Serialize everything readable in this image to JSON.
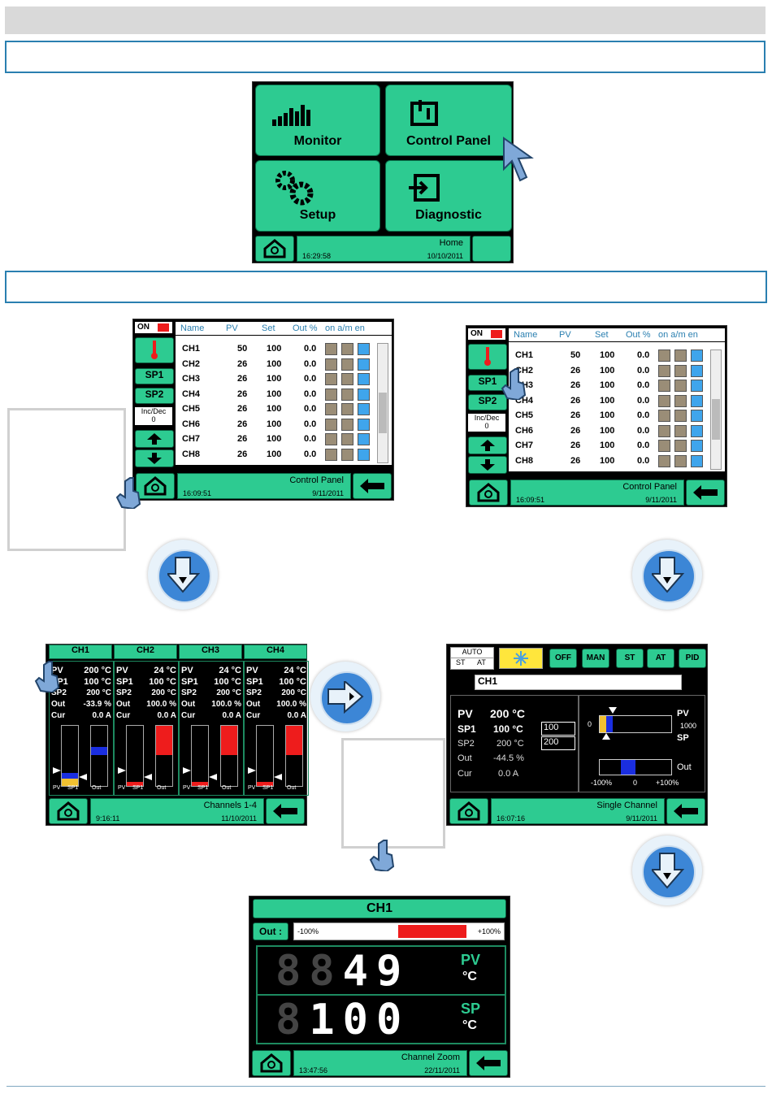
{
  "home_screen": {
    "buttons": [
      {
        "label": "Monitor",
        "icon": "bar-chart-icon"
      },
      {
        "label": "Control Panel",
        "icon": "control-panel-icon"
      },
      {
        "label": "Setup",
        "icon": "gears-icon"
      },
      {
        "label": "Diagnostic",
        "icon": "diagnostic-icon"
      }
    ],
    "footer": {
      "name": "Home",
      "time": "16:29:58",
      "date": "10/10/2011"
    }
  },
  "control_panel_table": {
    "on_label": "ON",
    "headers": [
      "Name",
      "PV",
      "Set",
      "Out %",
      "on a/m en"
    ],
    "rows": [
      {
        "name": "CH1",
        "pv": "50",
        "set": "100",
        "out": "0.0"
      },
      {
        "name": "CH2",
        "pv": "26",
        "set": "100",
        "out": "0.0"
      },
      {
        "name": "CH3",
        "pv": "26",
        "set": "100",
        "out": "0.0"
      },
      {
        "name": "CH4",
        "pv": "26",
        "set": "100",
        "out": "0.0"
      },
      {
        "name": "CH5",
        "pv": "26",
        "set": "100",
        "out": "0.0"
      },
      {
        "name": "CH6",
        "pv": "26",
        "set": "100",
        "out": "0.0"
      },
      {
        "name": "CH7",
        "pv": "26",
        "set": "100",
        "out": "0.0"
      },
      {
        "name": "CH8",
        "pv": "26",
        "set": "100",
        "out": "0.0"
      }
    ],
    "side": {
      "sp1": "SP1",
      "sp2": "SP2",
      "incdec": "Inc/Dec",
      "incdec_val": "0"
    },
    "footer": {
      "name": "Control Panel",
      "time": "16:09:51",
      "date": "9/11/2011"
    }
  },
  "channels_view": {
    "channels": [
      {
        "name": "CH1",
        "pv": "200 °C",
        "sp1": "100 °C",
        "sp2": "200 °C",
        "out": "-33.9 %",
        "cur": "0.0  A"
      },
      {
        "name": "CH2",
        "pv": "24 °C",
        "sp1": "100 °C",
        "sp2": "200 °C",
        "out": "100.0 %",
        "cur": "0.0  A"
      },
      {
        "name": "CH3",
        "pv": "24 °C",
        "sp1": "100 °C",
        "sp2": "200 °C",
        "out": "100.0 %",
        "cur": "0.0  A"
      },
      {
        "name": "CH4",
        "pv": "24 °C",
        "sp1": "100 °C",
        "sp2": "200 °C",
        "out": "100.0 %",
        "cur": "0.0  A"
      }
    ],
    "labels": {
      "pv": "PV",
      "sp1": "SP1",
      "sp2": "SP2",
      "out": "Out",
      "cur": "Cur"
    },
    "bar_labels": {
      "pv": "PV",
      "sp1": "SP1",
      "out": "Out"
    },
    "footer": {
      "name": "Channels 1-4",
      "time": "9:16:11",
      "date": "11/10/2011"
    }
  },
  "single_channel": {
    "top_buttons": [
      "AUTO",
      "ST",
      "AT",
      "OFF",
      "MAN",
      "ST",
      "AT",
      "PID"
    ],
    "channel_name": "CH1",
    "pv": "200 °C",
    "sp1": "100 °C",
    "sp2": "200 °C",
    "out": "-44.5 %",
    "cur": "0.0 A",
    "sp1_box": "100",
    "sp2_box": "200",
    "labels": {
      "pv": "PV",
      "sp1": "SP1",
      "sp2": "SP2",
      "out": "Out",
      "cur": "Cur"
    },
    "bar": {
      "zero": "0",
      "max": "1000",
      "pv": "PV",
      "sp": "SP",
      "out": "Out",
      "min_pct": "-100%",
      "mid": "0",
      "max_pct": "+100%"
    },
    "footer": {
      "name": "Single Channel",
      "time": "16:07:16",
      "date": "9/11/2011"
    }
  },
  "channel_zoom": {
    "title": "CH1",
    "out_label": "Out :",
    "min_pct": "-100%",
    "max_pct": "+100%",
    "pv_digits": "8849",
    "sp_digits": "8100",
    "pv_label": "PV",
    "sp_label": "SP",
    "unit": "°C",
    "footer": {
      "name": "Channel Zoom",
      "time": "13:47:56",
      "date": "22/11/2011"
    }
  }
}
